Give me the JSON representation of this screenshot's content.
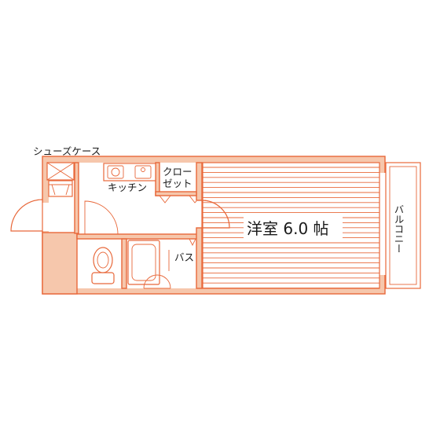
{
  "labels": {
    "shoe_case": "シューズケース",
    "kitchen": "キッチン",
    "closet_line1": "クロー",
    "closet_line2": "ゼット",
    "bath": "バス",
    "western_room": "洋室 6.0 帖",
    "balcony": "バルコニー"
  },
  "colors": {
    "line": "#e8683a",
    "wall_fill": "#f6c7ac",
    "text": "#1a1a1a"
  }
}
